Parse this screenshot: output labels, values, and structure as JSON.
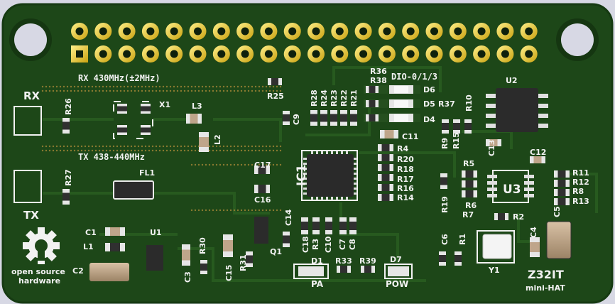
{
  "board": {
    "title": "Z32IT",
    "subtitle": "mini-HAT",
    "logo_line1": "open source",
    "logo_line2": "hardware",
    "colors": {
      "board": "#1d4718",
      "board_edge": "#163a12",
      "copper_trace": "#275a1f",
      "silkscreen": "#f2f2f2",
      "gold_pad": "#e8c92a",
      "chip": "#2a2a2a",
      "resistor_body": "#303030",
      "capacitor_body": "#bfa58a",
      "background": "#d7d8e4"
    }
  },
  "section_labels": {
    "rx_band": "RX 430MHz(±2MHz)",
    "tx_band": "TX 438-440MHz",
    "rx_port": "RX",
    "tx_port": "TX",
    "dio": "DIO-0/1/3",
    "pa": "PA",
    "pow": "POW"
  },
  "designators": {
    "R26": "R26",
    "X1": "X1",
    "L3": "L3",
    "L2": "L2",
    "R27": "R27",
    "FL1": "FL1",
    "R25": "R25",
    "C9": "C9",
    "R28": "R28",
    "R24": "R24",
    "R23": "R23",
    "R22": "R22",
    "R21": "R21",
    "R36": "R36",
    "R38": "R38",
    "D6": "D6",
    "D5": "D5",
    "R37": "R37",
    "D4": "D4",
    "R10": "R10",
    "U2": "U2",
    "C11": "C11",
    "R4": "R4",
    "R20": "R20",
    "R18": "R18",
    "R17": "R17",
    "R16": "R16",
    "R14": "R14",
    "R9": "R9",
    "R15": "R15",
    "C13": "C13",
    "C12": "C12",
    "R5": "R5",
    "R6": "R6",
    "R7": "R7",
    "R19": "R19",
    "U3": "U3",
    "R11": "R11",
    "R12": "R12",
    "R8": "R8",
    "R13": "R13",
    "R2": "R2",
    "C5": "C5",
    "C4": "C4",
    "C6": "C6",
    "R1": "R1",
    "Y1": "Y1",
    "IC1": "IC1",
    "C17": "C17",
    "C16": "C16",
    "C14": "C14",
    "Q1": "Q1",
    "C18": "C18",
    "R3": "R3",
    "C10": "C10",
    "C7": "C7",
    "C8": "C8",
    "D1": "D1",
    "R33": "R33",
    "R39": "R39",
    "D7": "D7",
    "R31": "R31",
    "R30": "R30",
    "C15": "C15",
    "C3": "C3",
    "U1": "U1",
    "C1": "C1",
    "L1": "L1",
    "C2": "C2"
  }
}
